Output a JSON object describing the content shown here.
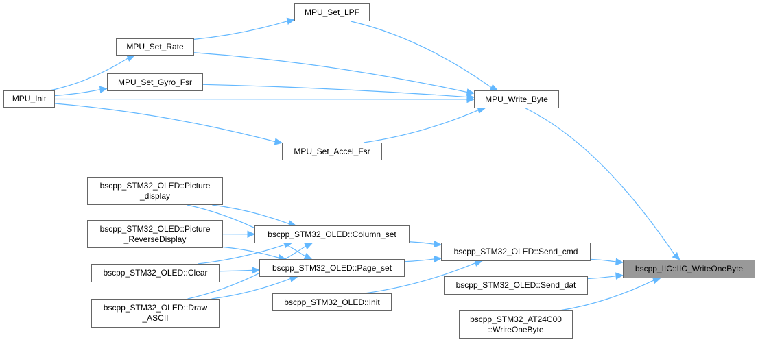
{
  "graph": {
    "title": "Caller graph",
    "edge_color": "#63b8ff",
    "node_border_color": "#666666",
    "focus_fill_color": "#999999",
    "nodes": [
      {
        "id": "mpu_init",
        "lines": [
          "MPU_Init"
        ]
      },
      {
        "id": "mpu_set_rate",
        "lines": [
          "MPU_Set_Rate"
        ]
      },
      {
        "id": "mpu_set_lpf",
        "lines": [
          "MPU_Set_LPF"
        ]
      },
      {
        "id": "mpu_set_gyro_fsr",
        "lines": [
          "MPU_Set_Gyro_Fsr"
        ]
      },
      {
        "id": "mpu_set_accel_fsr",
        "lines": [
          "MPU_Set_Accel_Fsr"
        ]
      },
      {
        "id": "mpu_write_byte",
        "lines": [
          "MPU_Write_Byte"
        ]
      },
      {
        "id": "oled_picture_display",
        "lines": [
          "bscpp_STM32_OLED::Picture",
          "_display"
        ]
      },
      {
        "id": "oled_picture_reverse",
        "lines": [
          "bscpp_STM32_OLED::Picture",
          "_ReverseDisplay"
        ]
      },
      {
        "id": "oled_clear",
        "lines": [
          "bscpp_STM32_OLED::Clear"
        ]
      },
      {
        "id": "oled_draw_ascii",
        "lines": [
          "bscpp_STM32_OLED::Draw",
          "_ASCII"
        ]
      },
      {
        "id": "oled_column_set",
        "lines": [
          "bscpp_STM32_OLED::Column_set"
        ]
      },
      {
        "id": "oled_page_set",
        "lines": [
          "bscpp_STM32_OLED::Page_set"
        ]
      },
      {
        "id": "oled_init",
        "lines": [
          "bscpp_STM32_OLED::Init"
        ]
      },
      {
        "id": "oled_send_cmd",
        "lines": [
          "bscpp_STM32_OLED::Send_cmd"
        ]
      },
      {
        "id": "oled_send_dat",
        "lines": [
          "bscpp_STM32_OLED::Send_dat"
        ]
      },
      {
        "id": "at24c00_write_one_byte",
        "lines": [
          "bscpp_STM32_AT24C00",
          "::WriteOneByte"
        ]
      },
      {
        "id": "iic_write_one_byte",
        "lines": [
          "bscpp_IIC::IIC_WriteOneByte"
        ],
        "focus": true
      }
    ],
    "edges": [
      {
        "from": "mpu_init",
        "to": "mpu_set_rate"
      },
      {
        "from": "mpu_init",
        "to": "mpu_set_gyro_fsr"
      },
      {
        "from": "mpu_init",
        "to": "mpu_write_byte"
      },
      {
        "from": "mpu_init",
        "to": "mpu_set_accel_fsr"
      },
      {
        "from": "mpu_set_rate",
        "to": "mpu_set_lpf"
      },
      {
        "from": "mpu_set_rate",
        "to": "mpu_write_byte"
      },
      {
        "from": "mpu_set_lpf",
        "to": "mpu_write_byte"
      },
      {
        "from": "mpu_set_gyro_fsr",
        "to": "mpu_write_byte"
      },
      {
        "from": "mpu_set_accel_fsr",
        "to": "mpu_write_byte"
      },
      {
        "from": "mpu_write_byte",
        "to": "iic_write_one_byte"
      },
      {
        "from": "oled_picture_display",
        "to": "oled_column_set"
      },
      {
        "from": "oled_picture_display",
        "to": "oled_page_set"
      },
      {
        "from": "oled_picture_reverse",
        "to": "oled_column_set"
      },
      {
        "from": "oled_picture_reverse",
        "to": "oled_page_set"
      },
      {
        "from": "oled_clear",
        "to": "oled_column_set"
      },
      {
        "from": "oled_clear",
        "to": "oled_page_set"
      },
      {
        "from": "oled_draw_ascii",
        "to": "oled_column_set"
      },
      {
        "from": "oled_draw_ascii",
        "to": "oled_page_set"
      },
      {
        "from": "oled_column_set",
        "to": "oled_send_cmd"
      },
      {
        "from": "oled_page_set",
        "to": "oled_send_cmd"
      },
      {
        "from": "oled_init",
        "to": "oled_send_cmd"
      },
      {
        "from": "oled_send_cmd",
        "to": "iic_write_one_byte"
      },
      {
        "from": "oled_send_dat",
        "to": "iic_write_one_byte"
      },
      {
        "from": "at24c00_write_one_byte",
        "to": "iic_write_one_byte"
      }
    ]
  }
}
